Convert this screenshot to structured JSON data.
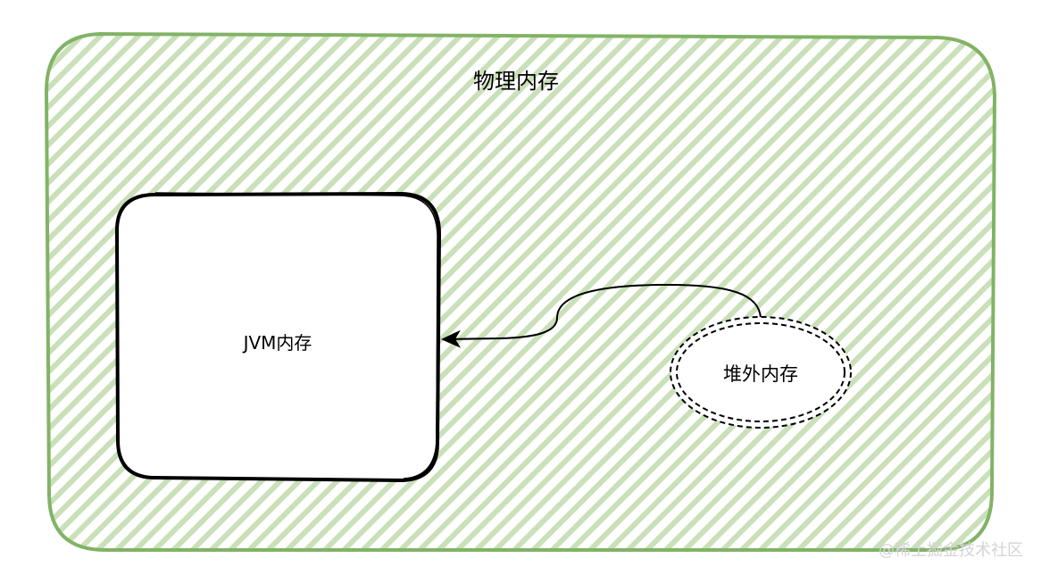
{
  "diagram": {
    "physical_memory": {
      "label": "物理内存",
      "fill_color": "#b9d7a6",
      "stroke_color": "#82b366",
      "pattern": "diagonal-hatch"
    },
    "jvm_memory": {
      "label": "JVM内存",
      "fill_color": "#ffffff",
      "stroke_color": "#000000"
    },
    "offheap_memory": {
      "label": "堆外内存",
      "fill_color": "#ffffff",
      "stroke_color": "#000000",
      "border_style": "double-dashed"
    },
    "connector": {
      "from": "堆外内存",
      "to": "JVM内存",
      "style": "curved-arrow"
    }
  },
  "watermark": {
    "text": "@稀土掘金技术社区"
  }
}
